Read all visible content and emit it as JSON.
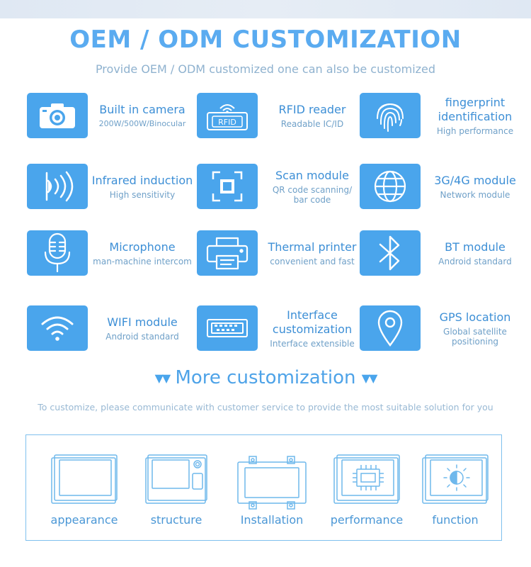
{
  "header": {
    "title": "OEM / ODM CUSTOMIZATION",
    "subtitle": "Provide OEM / ODM customized one can also be customized"
  },
  "features": [
    {
      "icon": "camera-icon",
      "title": "Built in camera",
      "subtitle": "200W/500W/Binocular"
    },
    {
      "icon": "rfid-icon",
      "title": "RFID reader",
      "subtitle": "Readable IC/ID",
      "icon_text": "RFID"
    },
    {
      "icon": "fingerprint-icon",
      "title": "fingerprint identification",
      "subtitle": "High performance"
    },
    {
      "icon": "infrared-icon",
      "title": "Infrared induction",
      "subtitle": "High sensitivity"
    },
    {
      "icon": "scan-icon",
      "title": "Scan module",
      "subtitle": "QR code scanning/ bar code"
    },
    {
      "icon": "globe-icon",
      "title": "3G/4G module",
      "subtitle": "Network module"
    },
    {
      "icon": "microphone-icon",
      "title": "Microphone",
      "subtitle": "man-machine intercom"
    },
    {
      "icon": "printer-icon",
      "title": "Thermal printer",
      "subtitle": "convenient and fast"
    },
    {
      "icon": "bluetooth-icon",
      "title": "BT module",
      "subtitle": "Android standard"
    },
    {
      "icon": "wifi-icon",
      "title": "WIFI module",
      "subtitle": "Android standard"
    },
    {
      "icon": "interface-port-icon",
      "title": "Interface customization",
      "subtitle": "Interface extensible"
    },
    {
      "icon": "location-pin-icon",
      "title": "GPS location",
      "subtitle": "Global satellite positioning"
    }
  ],
  "more": {
    "heading": "More customization",
    "arrows": "▼▼",
    "description": "To customize, please communicate with customer service to provide the most suitable solution for you"
  },
  "customization_items": [
    {
      "icon": "appearance-panel-icon",
      "label": "appearance"
    },
    {
      "icon": "structure-panel-icon",
      "label": "structure"
    },
    {
      "icon": "installation-panel-icon",
      "label": "Installation"
    },
    {
      "icon": "performance-chip-icon",
      "label": "performance"
    },
    {
      "icon": "function-brightness-icon",
      "label": "function"
    }
  ],
  "colors": {
    "accent": "#4aa5ec",
    "title": "#5aabf0",
    "text": "#3d8fd6",
    "muted": "#99b9d4",
    "outline": "#7fc0ee"
  }
}
